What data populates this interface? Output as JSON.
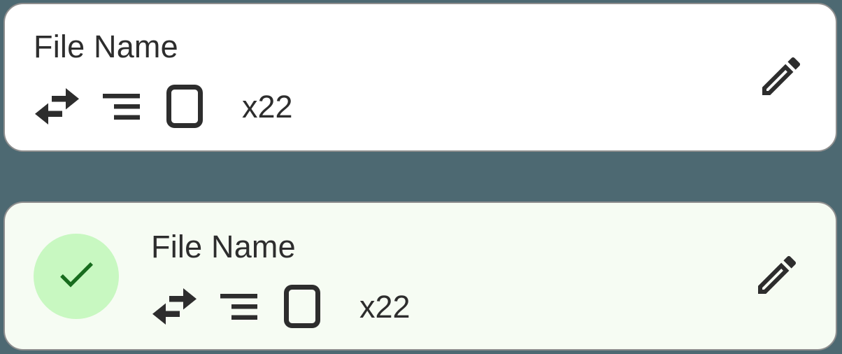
{
  "cards": [
    {
      "title": "File Name",
      "count": "x22",
      "selected": false,
      "icons": [
        "swap-arrows",
        "sort-lines",
        "page-outline"
      ],
      "edit_icon": "pencil"
    },
    {
      "title": "File Name",
      "count": "x22",
      "selected": true,
      "status_icon": "checkmark-circle",
      "icons": [
        "swap-arrows",
        "sort-lines",
        "page-outline"
      ],
      "edit_icon": "pencil"
    }
  ],
  "colors": {
    "page_background": "#4d6972",
    "card_background": "#ffffff",
    "selected_card_background": "#f6fcf3",
    "card_border": "#8e8e8e",
    "icon_and_text": "#2d2d2d",
    "check_circle_background": "#c8f8c1",
    "checkmark": "#186c1e"
  }
}
